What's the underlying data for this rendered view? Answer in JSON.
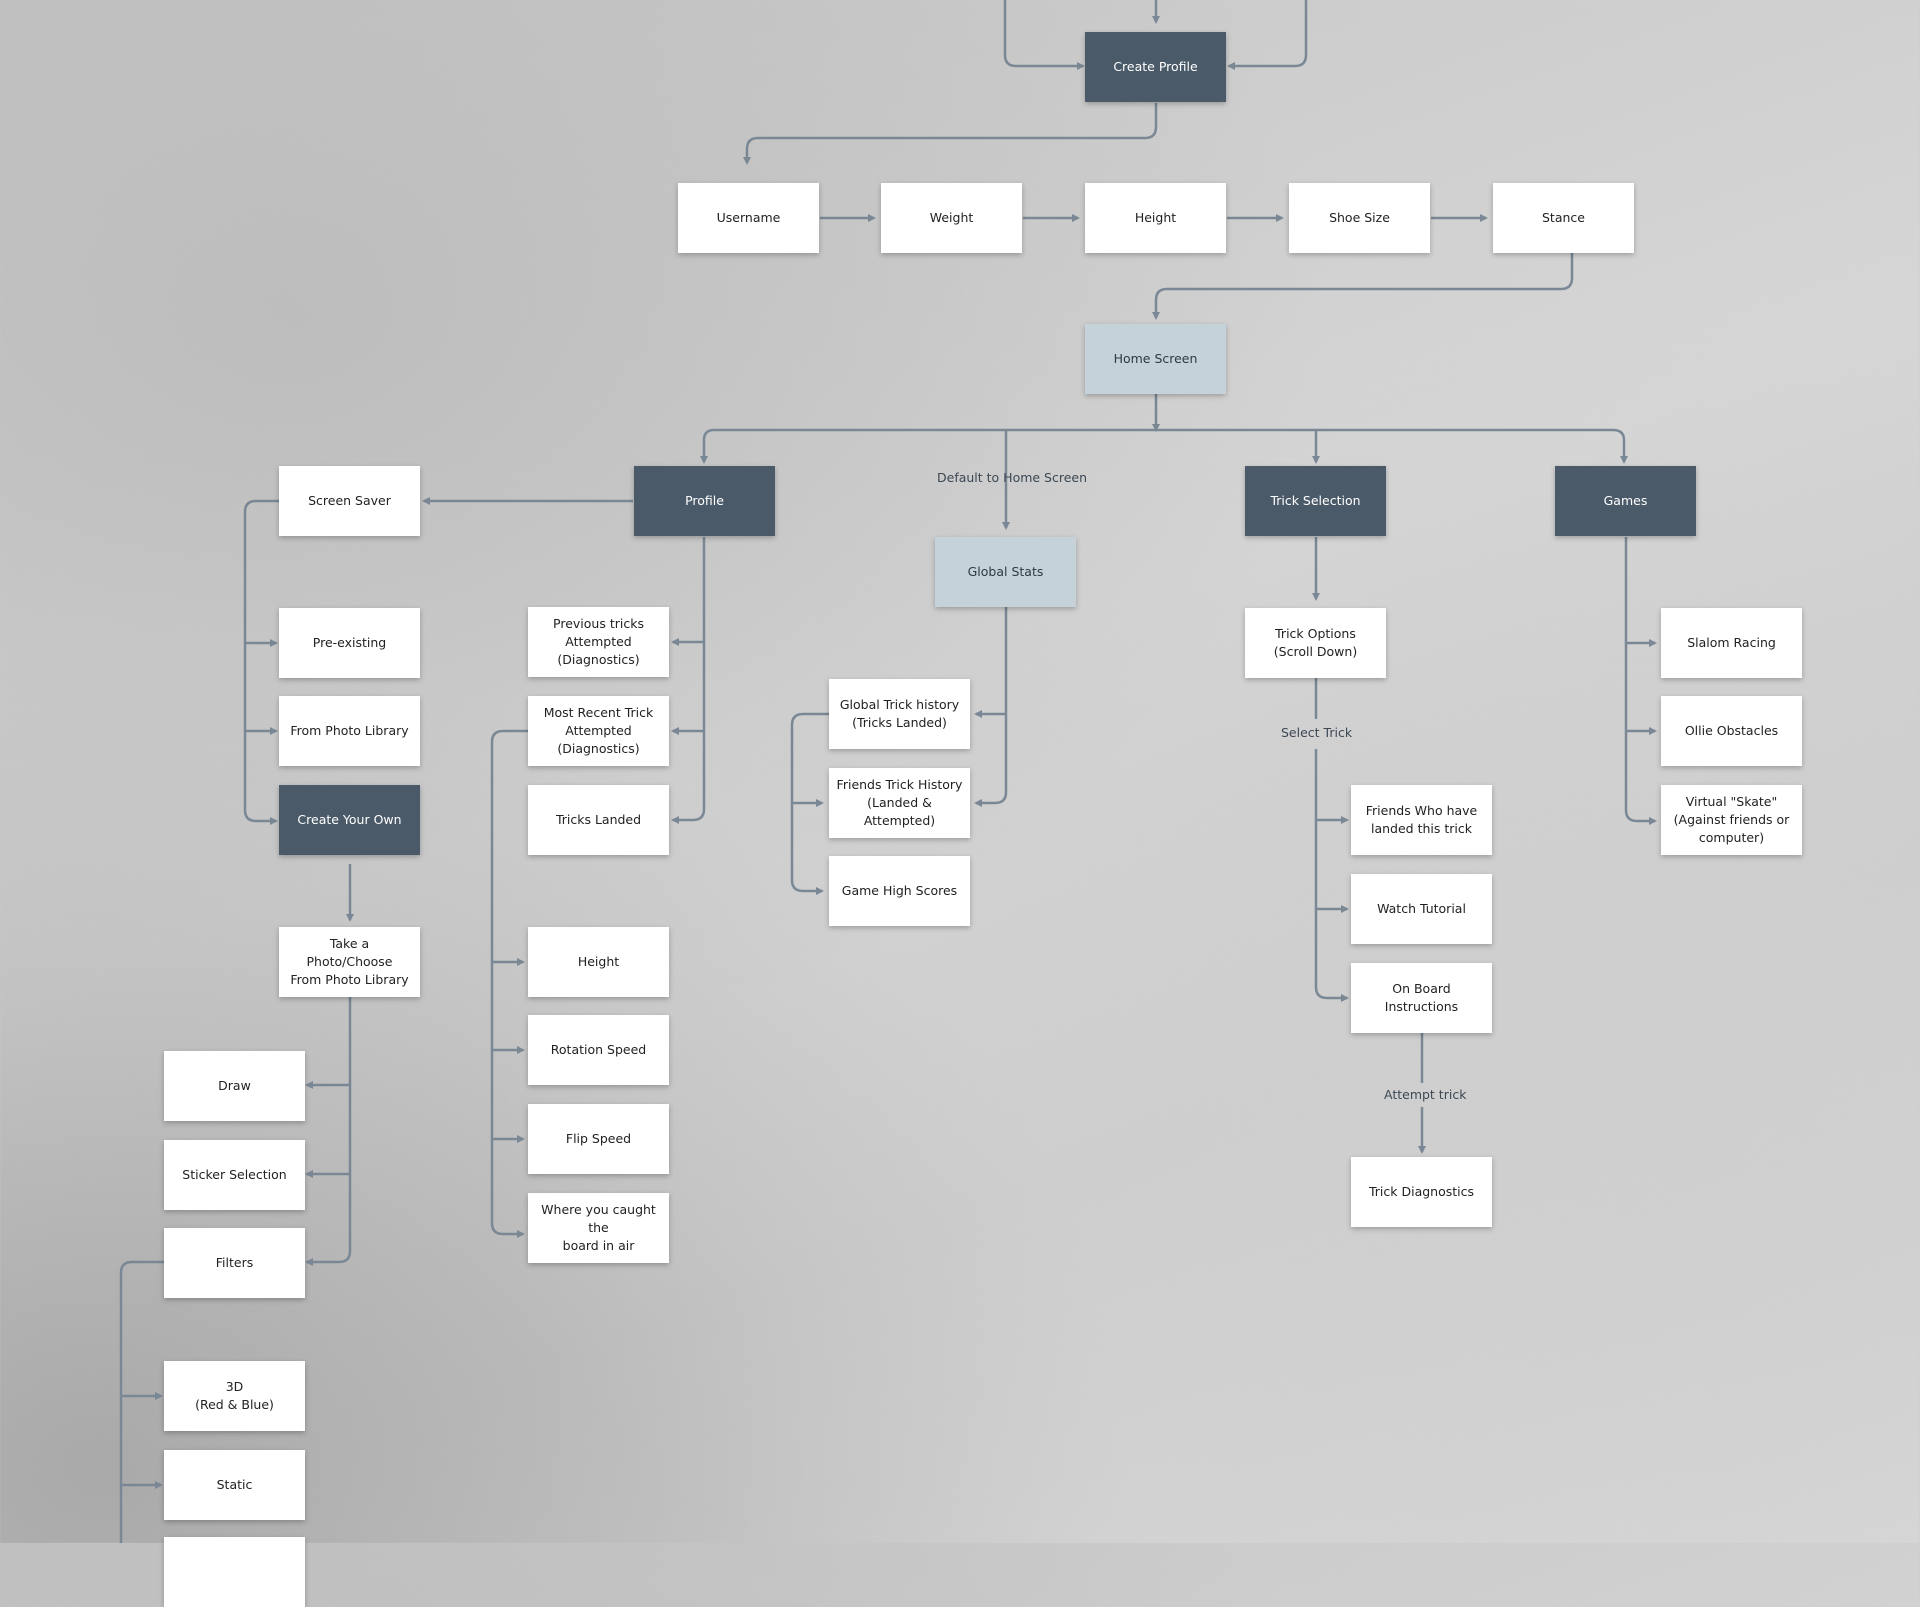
{
  "colors": {
    "connector": "#7a8896",
    "node_dark": "#4b5a69",
    "node_light": "#c6d2da",
    "node_white": "#ffffff"
  },
  "nodes": {
    "create_profile": "Create Profile",
    "username": "Username",
    "weight": "Weight",
    "height_top": "Height",
    "shoe_size": "Shoe Size",
    "stance": "Stance",
    "home_screen": "Home Screen",
    "screen_saver": "Screen Saver",
    "profile": "Profile",
    "trick_selection": "Trick Selection",
    "games": "Games",
    "global_stats": "Global Stats",
    "pre_existing": "Pre-existing",
    "from_photo_library": "From Photo Library",
    "create_your_own": "Create Your Own",
    "take_photo": "Take a Photo/Choose\nFrom Photo Library",
    "draw": "Draw",
    "sticker_selection": "Sticker Selection",
    "filters": "Filters",
    "three_d": "3D\n(Red & Blue)",
    "static": "Static",
    "previous_tricks": "Previous tricks\nAttempted\n(Diagnostics)",
    "most_recent_trick": "Most Recent Trick\nAttempted\n(Diagnostics)",
    "tricks_landed": "Tricks Landed",
    "height_stat": "Height",
    "rotation_speed": "Rotation Speed",
    "flip_speed": "Flip Speed",
    "where_caught": "Where you caught the\nboard in air",
    "global_trick_history": "Global Trick history\n(Tricks Landed)",
    "friends_trick_history": "Friends Trick History\n(Landed &\nAttempted)",
    "game_high_scores": "Game High Scores",
    "trick_options": "Trick Options\n(Scroll Down)",
    "friends_landed": "Friends Who have\nlanded this trick",
    "watch_tutorial": "Watch Tutorial",
    "on_board_instructions": "On Board\nInstructions",
    "trick_diagnostics": "Trick Diagnostics",
    "slalom_racing": "Slalom Racing",
    "ollie_obstacles": "Ollie Obstacles",
    "virtual_skate": "Virtual \"Skate\"\n(Against friends or\ncomputer)"
  },
  "labels": {
    "default_home": "Default to Home Screen",
    "select_trick": "Select Trick",
    "attempt_trick": "Attempt trick"
  }
}
